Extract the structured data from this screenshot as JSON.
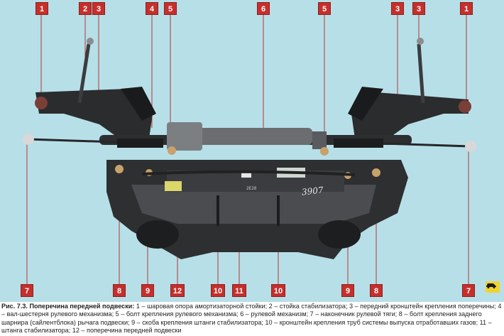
{
  "figure": {
    "callouts": [
      {
        "id": "top-1-left",
        "label": "1"
      },
      {
        "id": "top-2",
        "label": "2"
      },
      {
        "id": "top-3-left",
        "label": "3"
      },
      {
        "id": "top-4",
        "label": "4"
      },
      {
        "id": "top-5-left",
        "label": "5"
      },
      {
        "id": "top-6",
        "label": "6"
      },
      {
        "id": "top-5-right",
        "label": "5"
      },
      {
        "id": "top-3-right-a",
        "label": "3"
      },
      {
        "id": "top-3-right-b",
        "label": "3"
      },
      {
        "id": "top-1-right",
        "label": "1"
      },
      {
        "id": "bottom-7-left",
        "label": "7"
      },
      {
        "id": "bottom-8-left",
        "label": "8"
      },
      {
        "id": "bottom-9-left",
        "label": "9"
      },
      {
        "id": "bottom-12",
        "label": "12"
      },
      {
        "id": "bottom-10-left",
        "label": "10"
      },
      {
        "id": "bottom-11",
        "label": "11"
      },
      {
        "id": "bottom-10-right",
        "label": "10"
      },
      {
        "id": "bottom-9-right",
        "label": "9"
      },
      {
        "id": "bottom-8-right",
        "label": "8"
      },
      {
        "id": "bottom-7-right",
        "label": "7"
      }
    ],
    "stamp_code": "2E28",
    "handwritten_mark": "3907",
    "badge_icon": "car-icon"
  },
  "caption": {
    "title": "Рис. 7.3. Поперечина передней подвески:",
    "text": " 1 – шаровая опора амортизаторной стойки; 2 – стойка стабилизатора; 3 – передний кронштейн крепления поперечины; 4 – вал-шестерня рулевого механизма; 5 – болт крепления рулевого механизма; 6 – рулевой механизм; 7 – наконечник рулевой тяги; 8 – болт крепления заднего шарнира (сайлентблока) рычага подвески; 9 – скоба крепления штанги стабилизатора; 10 – кронштейн крепления труб системы выпуска отработавших газов; 11 – штанга стабилизатора; 12 – поперечина передней подвески"
  },
  "colors": {
    "background": "#b7dfe8",
    "callout_fill": "#c62f2b",
    "metal_dark": "#2a2a2c",
    "metal_mid": "#6b6d70"
  }
}
